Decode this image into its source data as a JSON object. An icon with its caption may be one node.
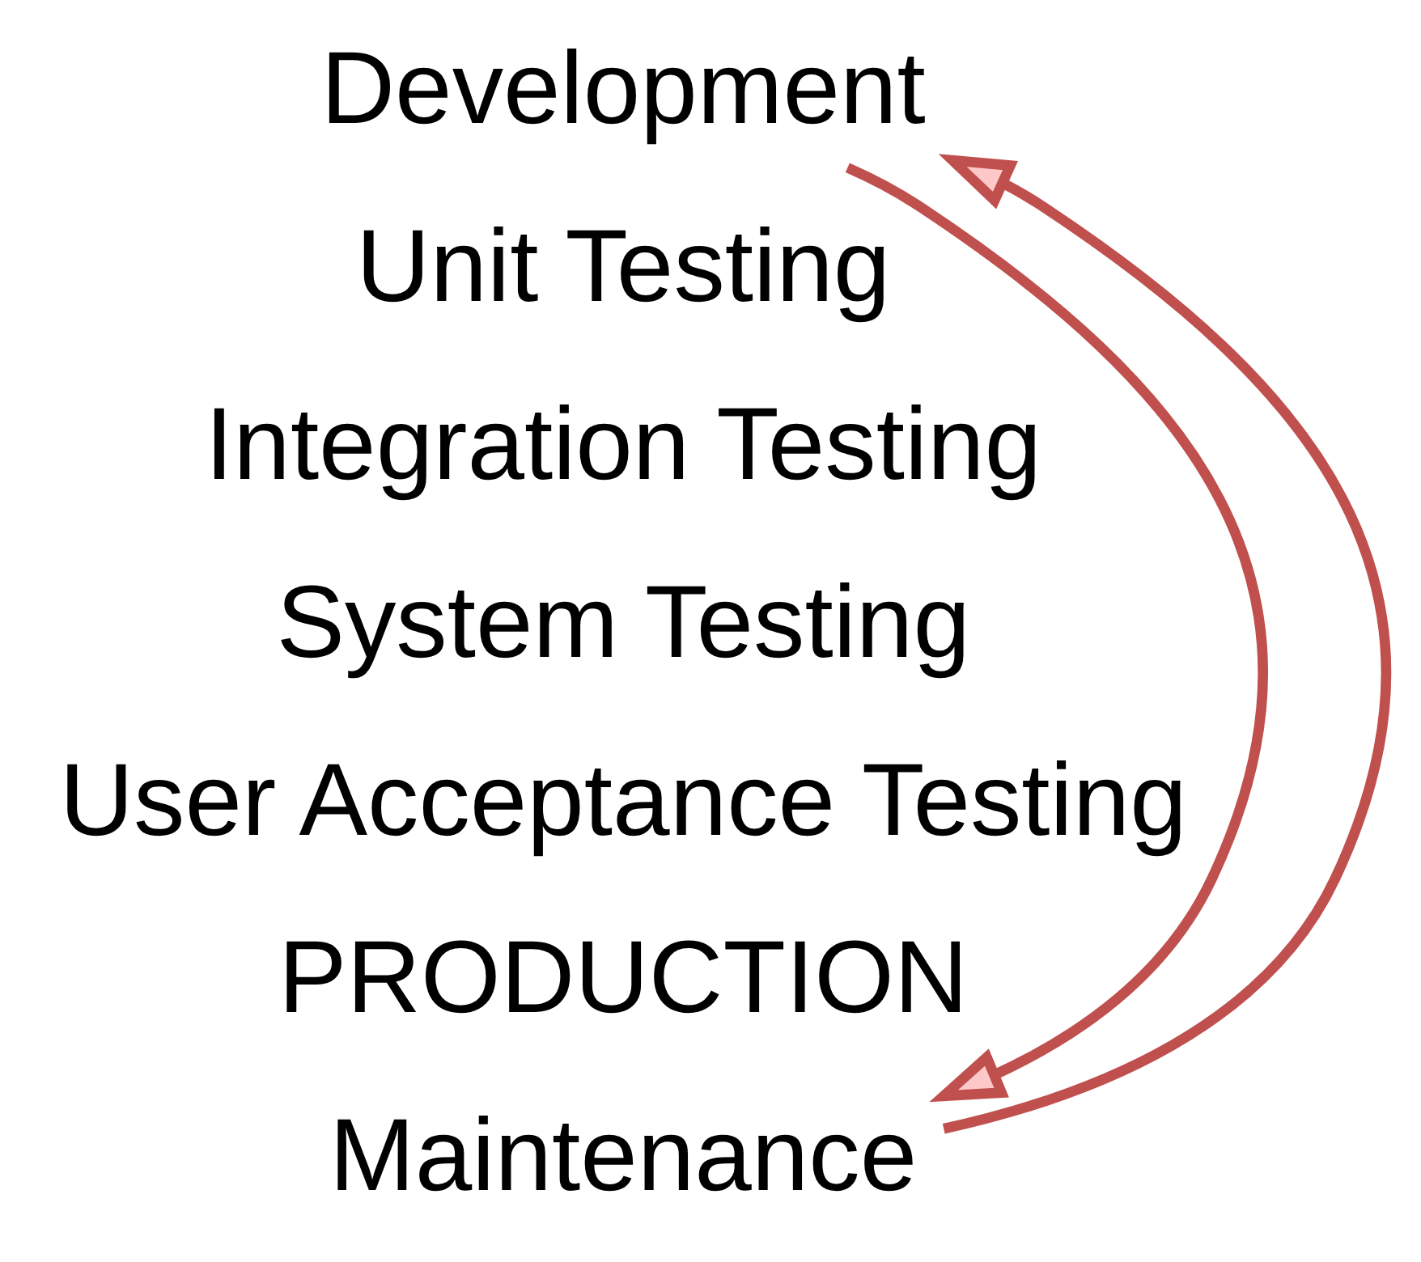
{
  "diagram": {
    "nodes": [
      {
        "text": [
          "Development"
        ]
      },
      {
        "text": [
          "Unit Testing"
        ]
      },
      {
        "text": [
          "Integration Testing"
        ]
      },
      {
        "text": [
          "System Testing"
        ]
      },
      {
        "text": [
          "User Acceptance Testing"
        ]
      },
      {
        "text": [
          "PRODUCTION"
        ]
      },
      {
        "text": [
          "Maintenance"
        ]
      }
    ],
    "edges": [
      {
        "from": 0,
        "to": 6,
        "arrow": "to"
      },
      {
        "from": 6,
        "to": 0,
        "arrow": "to"
      }
    ]
  }
}
